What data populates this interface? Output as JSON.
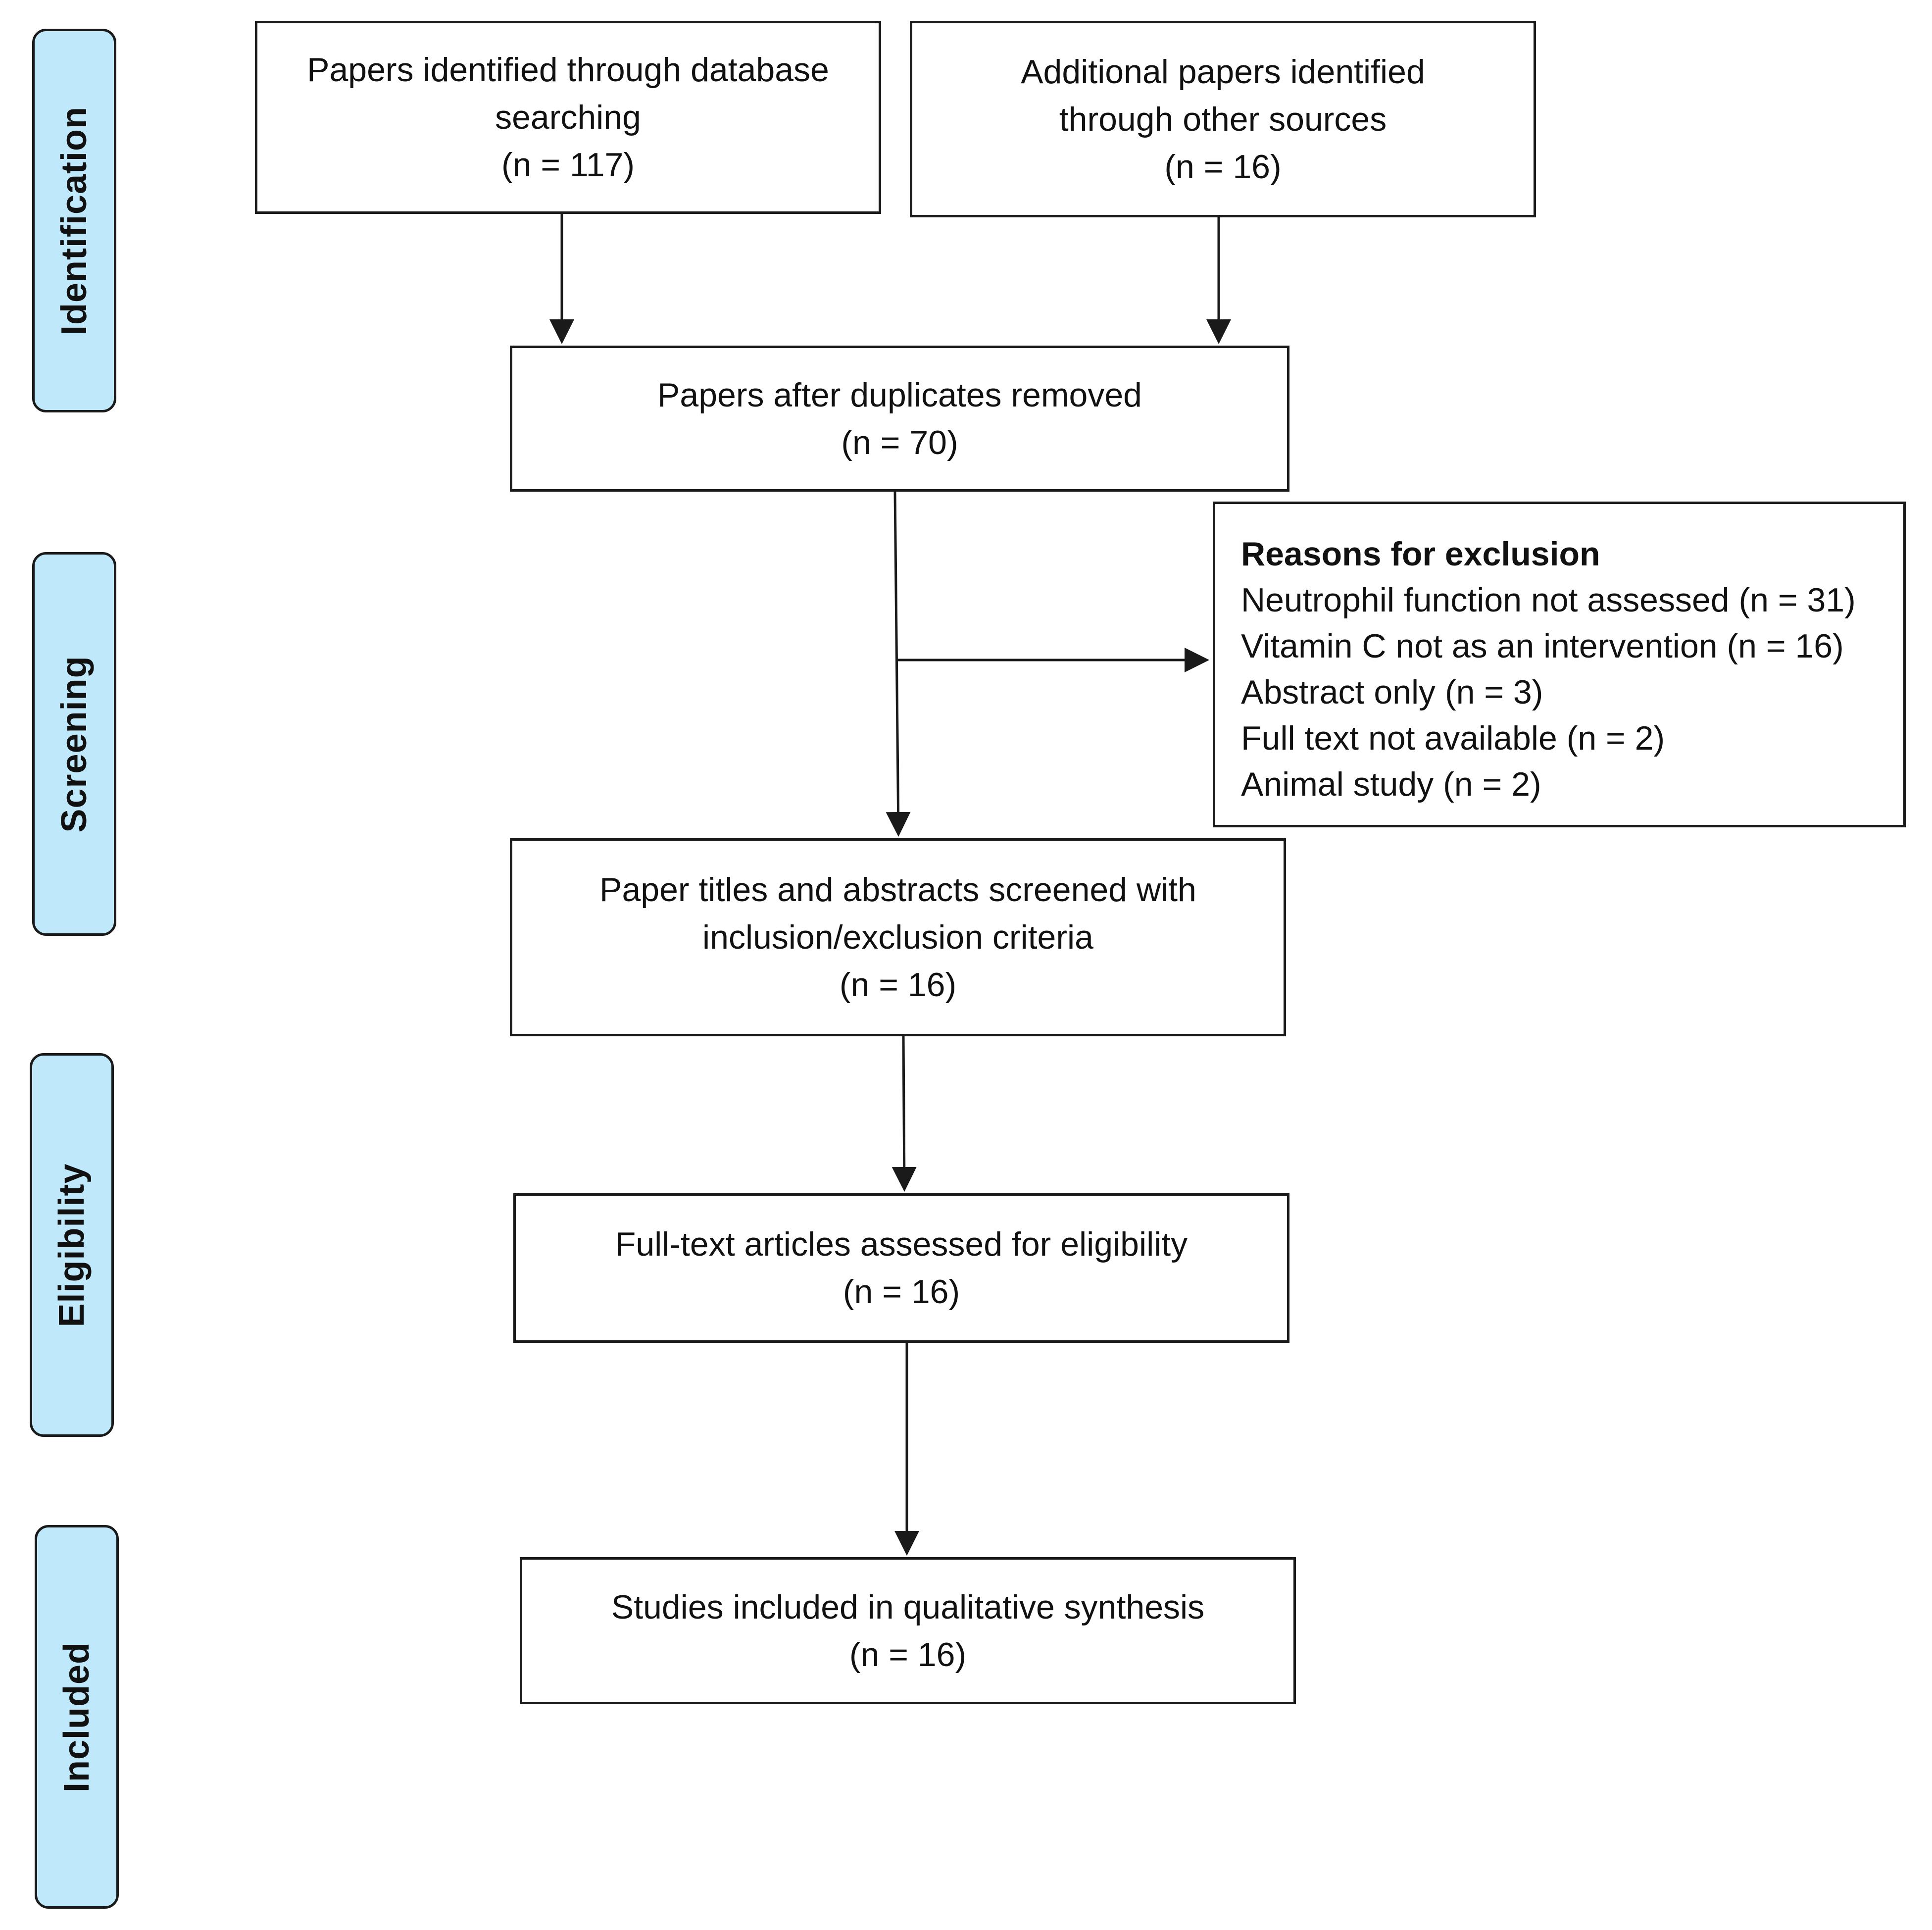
{
  "stages": {
    "identification": "Identification",
    "screening": "Screening",
    "eligibility": "Eligibility",
    "included": "Included"
  },
  "boxes": {
    "database": {
      "line1": "Papers identified through database",
      "line2": "searching",
      "count": "(n = 117)"
    },
    "other_sources": {
      "line1": "Additional papers identified",
      "line2": "through other sources",
      "count": "(n = 16)"
    },
    "duplicates_removed": {
      "line1": "Papers after duplicates removed",
      "count": "(n = 70)"
    },
    "screened": {
      "line1": "Paper titles and abstracts screened with",
      "line2": "inclusion/exclusion criteria",
      "count": "(n = 16)"
    },
    "eligibility": {
      "line1": "Full-text articles assessed for eligibility",
      "count": "(n = 16)"
    },
    "included": {
      "line1": "Studies included in qualitative synthesis",
      "count": "(n = 16)"
    }
  },
  "exclusion": {
    "title": "Reasons for exclusion",
    "items": [
      "Neutrophil function not assessed (n = 31)",
      "Vitamin C not as an intervention (n = 16)",
      "Abstract only (n = 3)",
      "Full text not available (n = 2)",
      "Animal study (n = 2)"
    ]
  }
}
